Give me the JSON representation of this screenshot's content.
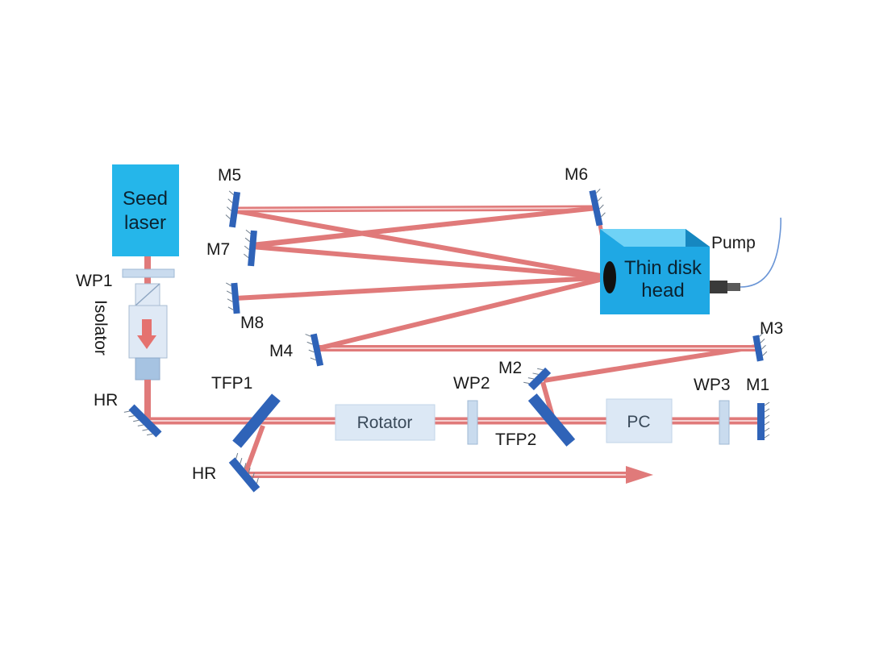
{
  "labels": {
    "seed": [
      "Seed",
      "laser"
    ],
    "wp1": "WP1",
    "isolator": "Isolator",
    "hr_top": "HR",
    "hr_bottom": "HR",
    "tfp1": "TFP1",
    "tfp2": "TFP2",
    "rotator": "Rotator",
    "wp2": "WP2",
    "pc": "PC",
    "wp3": "WP3",
    "m1": "M1",
    "m2": "M2",
    "m3": "M3",
    "m4": "M4",
    "m5": "M5",
    "m6": "M6",
    "m7": "M7",
    "m8": "M8",
    "disk_head": [
      "Thin disk",
      "head"
    ],
    "pump": "Pump"
  },
  "colors": {
    "beam": "#e07a7a",
    "mirror": "#2f63b8",
    "seed_box": "#25b6ea",
    "disk_head": "#1fa8e4",
    "component_box": "#dce8f5"
  }
}
